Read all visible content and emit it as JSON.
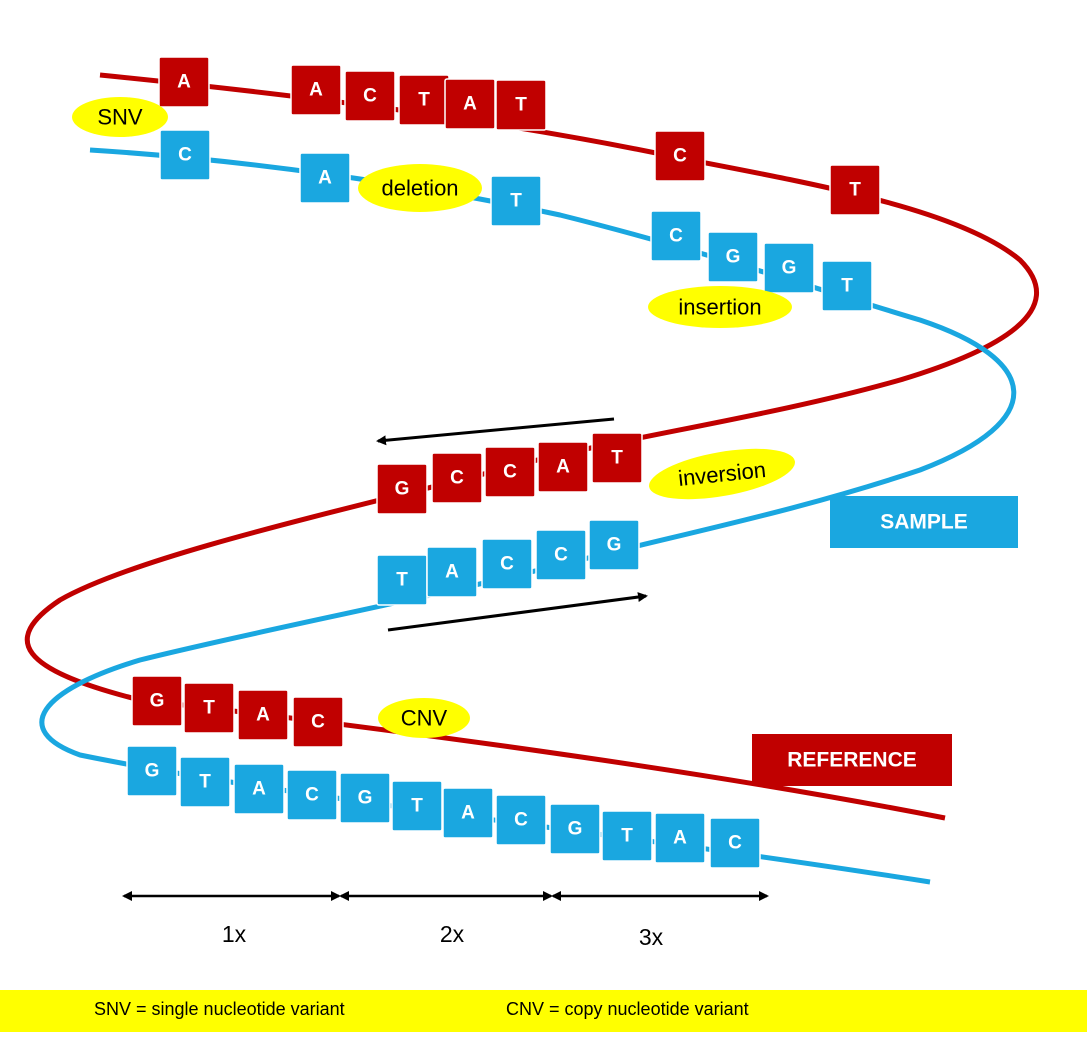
{
  "colors": {
    "reference": "#c00000",
    "sample": "#1aa7e0",
    "annotation": "#ffff00",
    "arrow": "#000000"
  },
  "reference_bases": [
    {
      "letter": "A"
    },
    {
      "letter": "A"
    },
    {
      "letter": "C"
    },
    {
      "letter": "T"
    },
    {
      "letter": "A"
    },
    {
      "letter": "T"
    },
    {
      "letter": "C"
    },
    {
      "letter": "T"
    },
    {
      "letter": "G"
    },
    {
      "letter": "C"
    },
    {
      "letter": "C"
    },
    {
      "letter": "A"
    },
    {
      "letter": "T"
    },
    {
      "letter": "G"
    },
    {
      "letter": "T"
    },
    {
      "letter": "A"
    },
    {
      "letter": "C"
    }
  ],
  "sample_bases": [
    {
      "letter": "C"
    },
    {
      "letter": "A"
    },
    {
      "letter": "T"
    },
    {
      "letter": "C"
    },
    {
      "letter": "G"
    },
    {
      "letter": "G"
    },
    {
      "letter": "T"
    },
    {
      "letter": "T"
    },
    {
      "letter": "A"
    },
    {
      "letter": "C"
    },
    {
      "letter": "C"
    },
    {
      "letter": "G"
    },
    {
      "letter": "G"
    },
    {
      "letter": "T"
    },
    {
      "letter": "A"
    },
    {
      "letter": "C"
    },
    {
      "letter": "G"
    },
    {
      "letter": "T"
    },
    {
      "letter": "A"
    },
    {
      "letter": "C"
    },
    {
      "letter": "G"
    },
    {
      "letter": "T"
    },
    {
      "letter": "A"
    },
    {
      "letter": "C"
    }
  ],
  "annotations": {
    "snv": "SNV",
    "deletion": "deletion",
    "insertion": "insertion",
    "inversion": "inversion",
    "cnv": "CNV"
  },
  "labels": {
    "sample": "SAMPLE",
    "reference": "REFERENCE"
  },
  "scale": [
    "1x",
    "2x",
    "3x"
  ],
  "legend": {
    "snv": "SNV = single nucleotide variant",
    "cnv": "CNV = copy nucleotide variant"
  }
}
